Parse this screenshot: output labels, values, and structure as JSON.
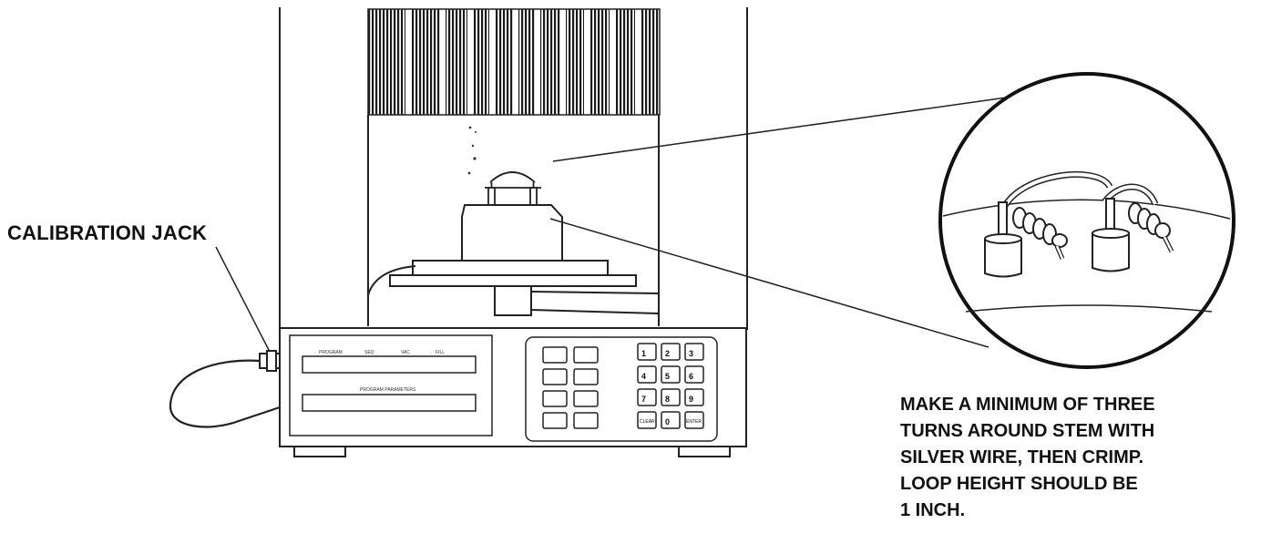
{
  "labels": {
    "calibration_jack": "CALIBRATION JACK",
    "instructions": [
      "MAKE A MINIMUM OF THREE",
      "TURNS AROUND STEM WITH",
      "SILVER  WIRE, THEN CRIMP.",
      "LOOP HEIGHT SHOULD BE",
      "1 INCH."
    ]
  },
  "numeric_keypad": [
    "1",
    "2",
    "3",
    "4",
    "5",
    "6",
    "7",
    "8",
    "9",
    "CLEAR",
    "0",
    "ENTER"
  ]
}
